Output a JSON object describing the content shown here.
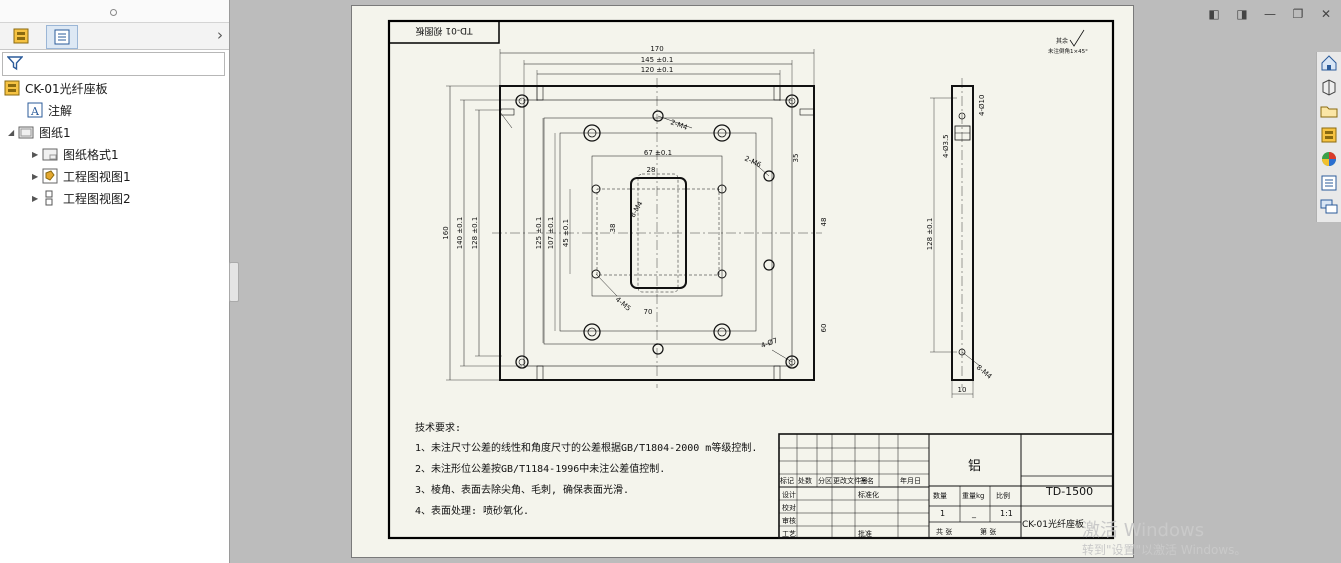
{
  "feature_tree": {
    "root": "CK-01光纤座板",
    "annotations": "注解",
    "sheet": "图纸1",
    "sheet_format": "图纸格式1",
    "view1": "工程图视图1",
    "view2": "工程图视图2"
  },
  "drawing": {
    "view_title": "TD-01 视图板",
    "roughness_note_1": "其余",
    "roughness_note_2": "未注倒角1×45°",
    "dimensions": {
      "d170": "170",
      "d145": "145 ±0.1",
      "d120": "120 ±0.1",
      "d160": "160",
      "d140": "140 ±0.1",
      "d128": "128 ±0.1",
      "d125": "125 ±0.1",
      "d107": "107 ±0.1",
      "d45": "45 ±0.1",
      "d67": "67 ±0.1",
      "d28": "28",
      "d38": "38",
      "d48": "48",
      "d60": "60",
      "d70": "70",
      "d35": "35",
      "d10": "10",
      "m4_1": "2-M4",
      "m4_2": "2-M6",
      "m4_3": "8-M4",
      "m5": "4-M5",
      "phi7": "4-Ø7",
      "side_phi": "4-Ø10",
      "side_phi2": "4-Ø3.5",
      "side_128": "128 ±0.1",
      "side_m4": "8-M4"
    },
    "tech_req_title": "技术要求:",
    "tech_req": [
      "1、未注尺寸公差的线性和角度尺寸的公差根据GB/T1804-2000 m等级控制.",
      "2、未注形位公差按GB/T1184-1996中未注公差值控制.",
      "3、棱角、表面去除尖角、毛刺, 确保表面光滑.",
      "4、表面处理: 喷砂氧化."
    ],
    "title_block": {
      "material": "铝",
      "drawing_no": "TD-1500",
      "part_name": "CK-01光纤座板",
      "qty_label": "数量",
      "weight_label": "重量kg",
      "scale_label": "比例",
      "qty": "1",
      "weight": "_",
      "scale": "1:1",
      "sheet_total": "共    张",
      "sheet_no": "第    张",
      "rev_labels": [
        "标记",
        "处数",
        "分区",
        "更改文件号",
        "签名",
        "年月日"
      ],
      "row_labels": [
        "设计",
        "校对",
        "审核",
        "工艺"
      ],
      "std_label": "标准化",
      "approve_label": "批准"
    }
  },
  "watermark": {
    "line1": "激活 Windows",
    "line2": "转到\"设置\"以激活 Windows。"
  }
}
